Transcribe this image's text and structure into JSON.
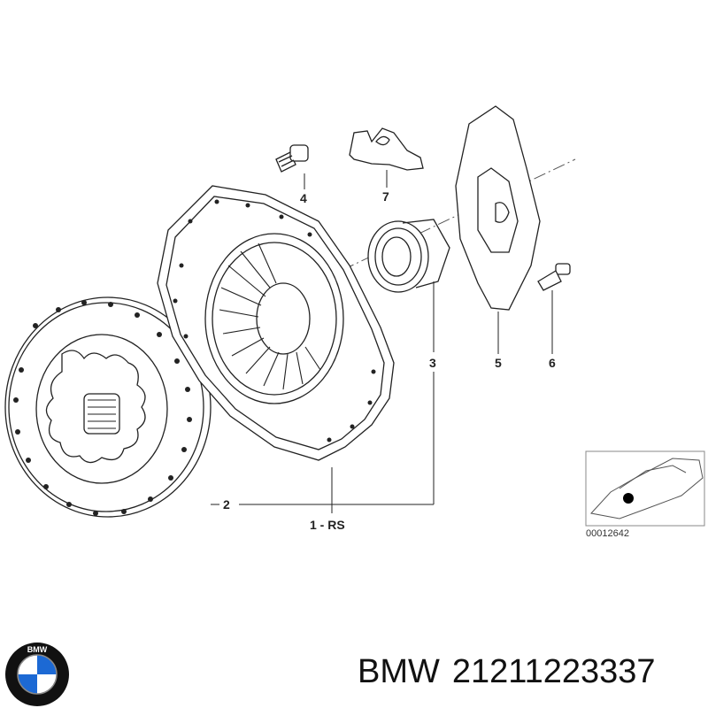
{
  "callouts": {
    "c1": "1 - RS",
    "c2": "2",
    "c3": "3",
    "c4": "4",
    "c5": "5",
    "c6": "6",
    "c7": "7"
  },
  "drawing_number": "00012642",
  "brand": {
    "name": "BMW",
    "part_number": "21211223337",
    "logo_text": "BMW",
    "logo_colors": {
      "blue": "#1c69d4",
      "white": "#ffffff",
      "ring": "#111111"
    }
  }
}
